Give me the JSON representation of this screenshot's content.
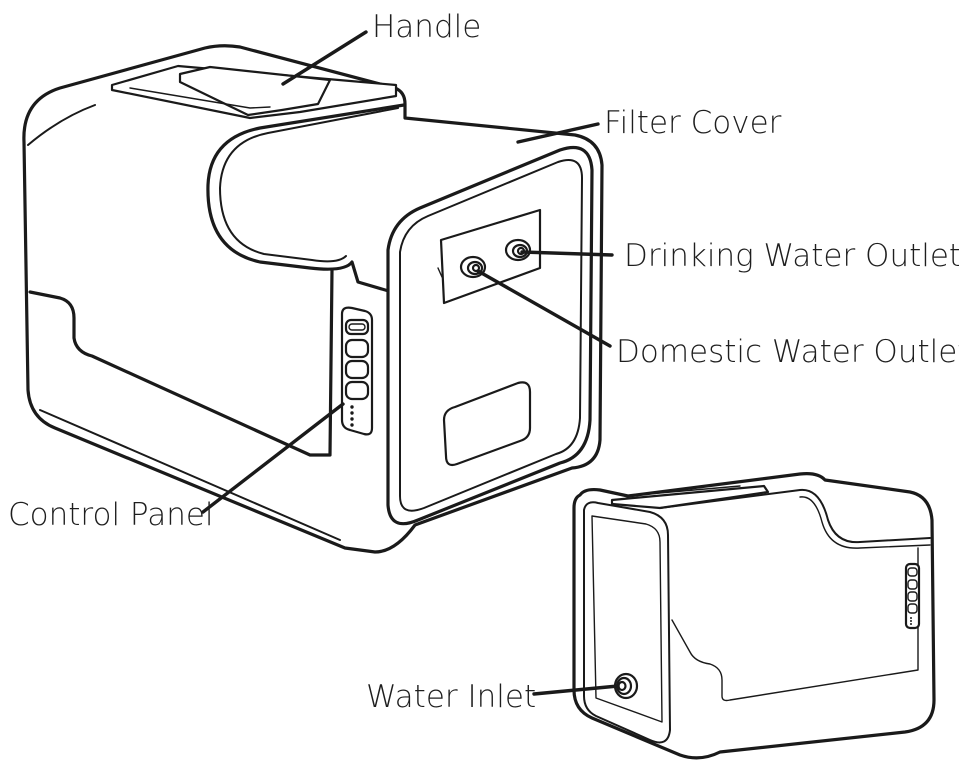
{
  "labels": {
    "handle": "Handle",
    "filter_cover": "Filter Cover",
    "drinking_water_outlet": "Drinking Water Outlet",
    "domestic_water_outlet": "Domestic Water Outlet",
    "control_panel": "Control Panel",
    "water_inlet": "Water Inlet"
  },
  "colors": {
    "line": "#1a1a1a",
    "text": "#1e1e1e",
    "background": "#ffffff"
  }
}
